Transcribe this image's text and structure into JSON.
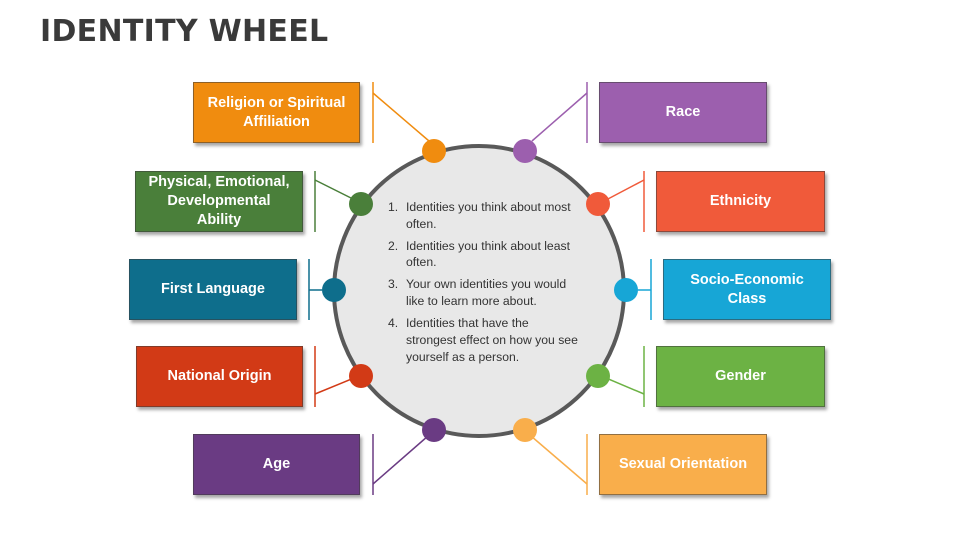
{
  "title": "IDENTITY WHEEL",
  "colors": {
    "ring": "#595959",
    "wheel_fill": "#E8E8E8"
  },
  "categories": [
    {
      "label": "Religion or Spiritual Affiliation",
      "color": "#F08C0F"
    },
    {
      "label": "Physical, Emotional, Developmental Ability",
      "color": "#4A7F3A"
    },
    {
      "label": "First Language",
      "color": "#0E6E8C"
    },
    {
      "label": "National Origin",
      "color": "#D23A16"
    },
    {
      "label": "Age",
      "color": "#6A3B83"
    },
    {
      "label": "Race",
      "color": "#9C5FAE"
    },
    {
      "label": "Ethnicity",
      "color": "#F05A3A"
    },
    {
      "label": "Socio-Economic Class",
      "color": "#17A6D6"
    },
    {
      "label": "Gender",
      "color": "#6CB244"
    },
    {
      "label": "Sexual Orientation",
      "color": "#F9AE4B"
    }
  ],
  "instructions": [
    {
      "num": "1.",
      "text": "Identities you think about most often."
    },
    {
      "num": "2.",
      "text": "Identities you think about least often."
    },
    {
      "num": "3.",
      "text": "Your own identities you would like to learn more about."
    },
    {
      "num": "4.",
      "text": "Identities that have the strongest effect on how you see yourself as a person."
    }
  ]
}
